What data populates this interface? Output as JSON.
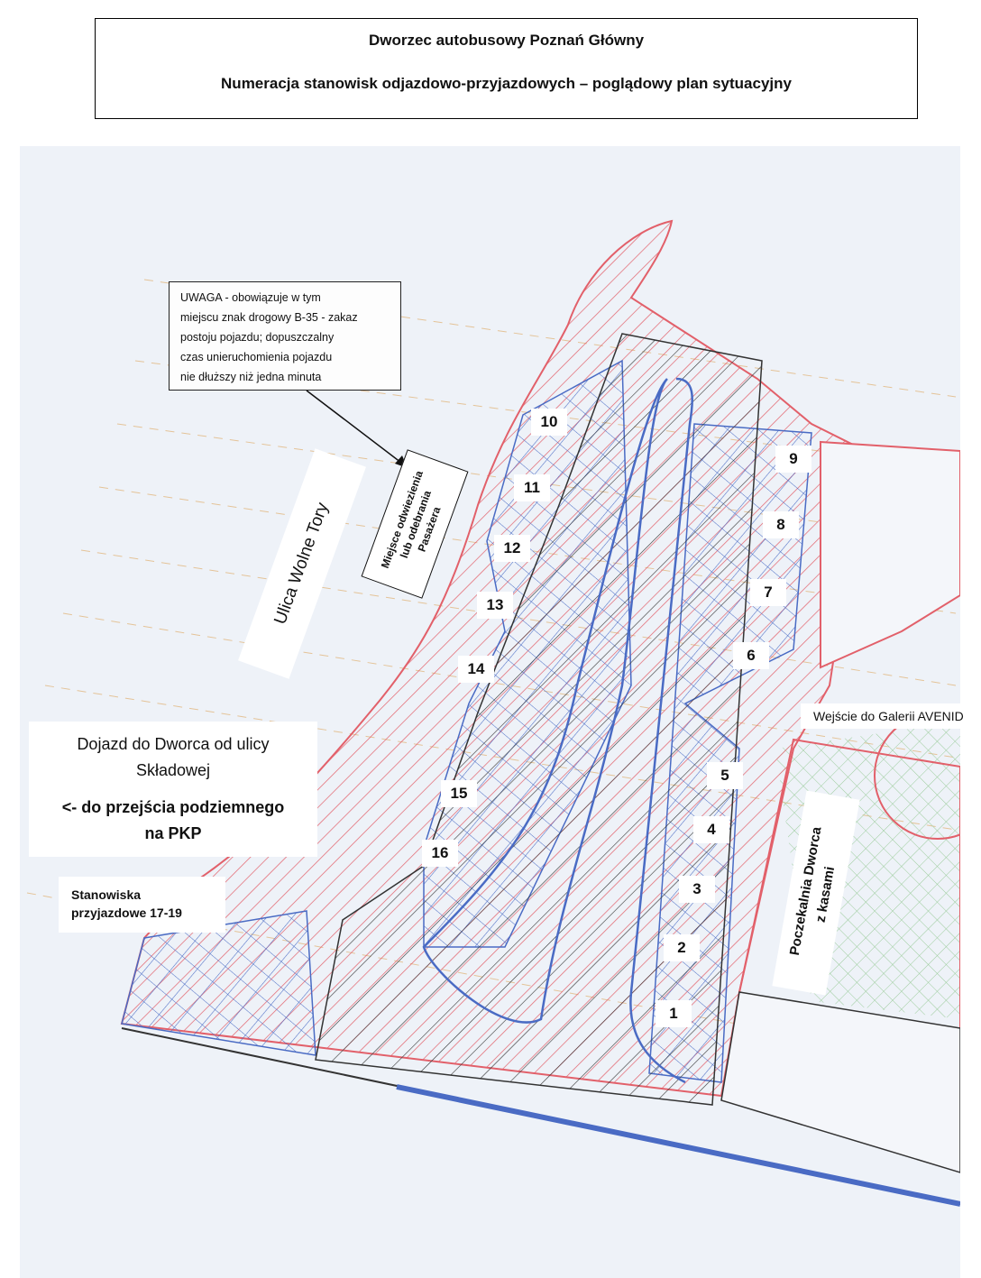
{
  "header": {
    "title": "Dworzec autobusowy Poznań Główny",
    "subtitle": "Numeracja stanowisk odjazdowo-przyjazdowych – poglądowy plan sytuacyjny"
  },
  "notice": {
    "lines": [
      "UWAGA - obowiązuje w tym",
      "miejscu znak drogowy B-35 - zakaz",
      "postoju pojazdu; dopuszczalny",
      "czas unieruchomienia pojazdu",
      "nie dłuższy niż jedna minuta"
    ]
  },
  "labels": {
    "street": "Ulica Wolne Tory",
    "dropoff": [
      "Miejsce odwiezienia",
      "lub odebrania",
      "Pasażera"
    ],
    "access": [
      "Dojazd do Dworca od ulicy",
      "Składowej"
    ],
    "underpass": [
      "<- do przejścia podziemnego",
      "na PKP"
    ],
    "arrival": [
      "Stanowiska",
      "przyjazdowe 17-19"
    ],
    "gallery": "Wejście do Galerii AVENID",
    "waiting_room": [
      "Poczekalnia Dworca",
      "z kasami"
    ]
  },
  "stands": [
    "1",
    "2",
    "3",
    "4",
    "5",
    "6",
    "7",
    "8",
    "9",
    "10",
    "11",
    "12",
    "13",
    "14",
    "15",
    "16"
  ],
  "colors": {
    "red_hatch": "#e2606a",
    "blue_hatch": "#4a6bc4",
    "black_hatch": "#333333",
    "green_hatch": "#9ccc9c",
    "map_bg": "#eef2f8"
  }
}
